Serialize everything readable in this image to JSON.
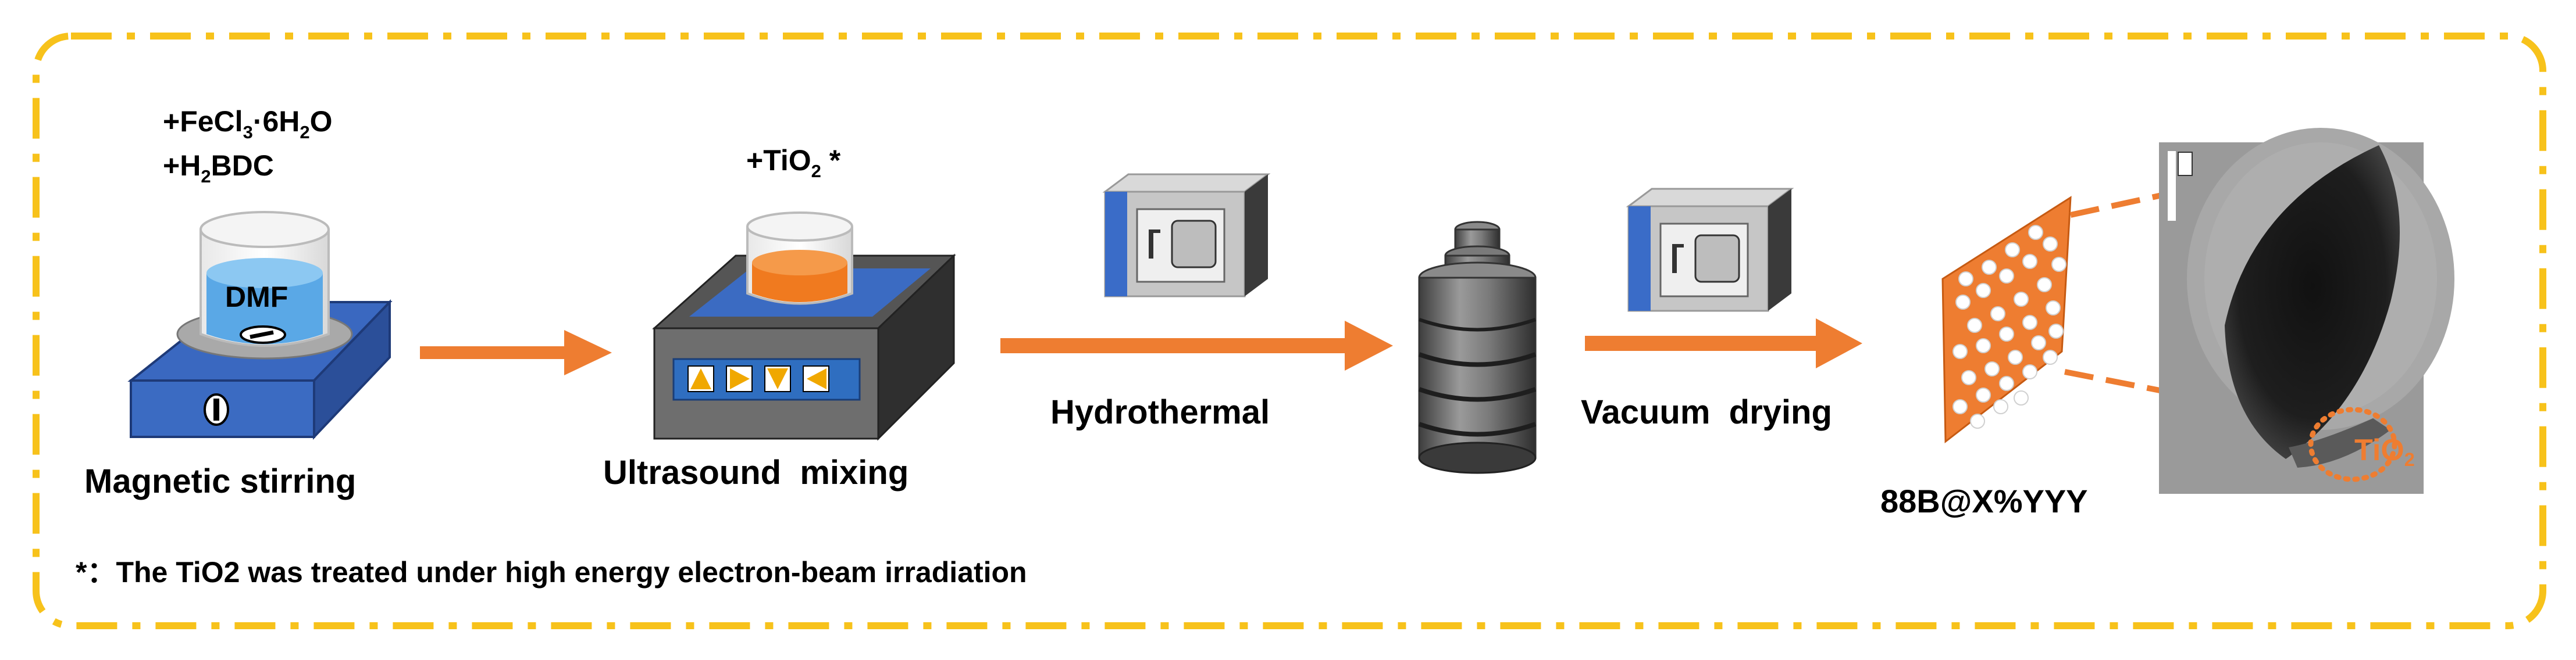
{
  "colors": {
    "frame": "#f7c21b",
    "arrow": "#ee7d31",
    "plate_blue": "#3b6bc2",
    "liquid_blue": "#5aa8e6",
    "liquid_orange": "#f07a1f",
    "oven_gray": "#c6c6c6",
    "oven_blue": "#3a6cc8",
    "autoclave_gray": "#6e6e6e",
    "tem_bg": "#9a9a9a"
  },
  "steps": {
    "stirring": {
      "reagent1_main": "+FeCl",
      "reagent1_sub1": "3",
      "reagent1_mid": "·6H",
      "reagent1_sub2": "2",
      "reagent1_end": "O",
      "reagent2_main": "+H",
      "reagent2_sub": "2",
      "reagent2_end": "BDC",
      "solvent": "DMF",
      "caption": "Magnetic stirring",
      "icon": "magnetic-stirrer-icon"
    },
    "ultrasound": {
      "reagent_main": "+TiO",
      "reagent_sub": "2",
      "reagent_end": " *",
      "caption": "Ultrasound  mixing",
      "icon": "ultrasonic-bath-icon"
    },
    "hydrothermal": {
      "caption": "Hydrothermal",
      "icons": [
        "oven-icon",
        "autoclave-icon"
      ]
    },
    "vacuum": {
      "caption": "Vacuum  drying",
      "icon": "oven-icon"
    },
    "product": {
      "caption": "88B@X%YYY",
      "tem_label_main": "TiO",
      "tem_label_sub": "2",
      "icons": [
        "composite-sheet-icon",
        "tem-image-icon"
      ]
    }
  },
  "footnote": "*：The TiO2 was treated under high energy electron-beam irradiation"
}
